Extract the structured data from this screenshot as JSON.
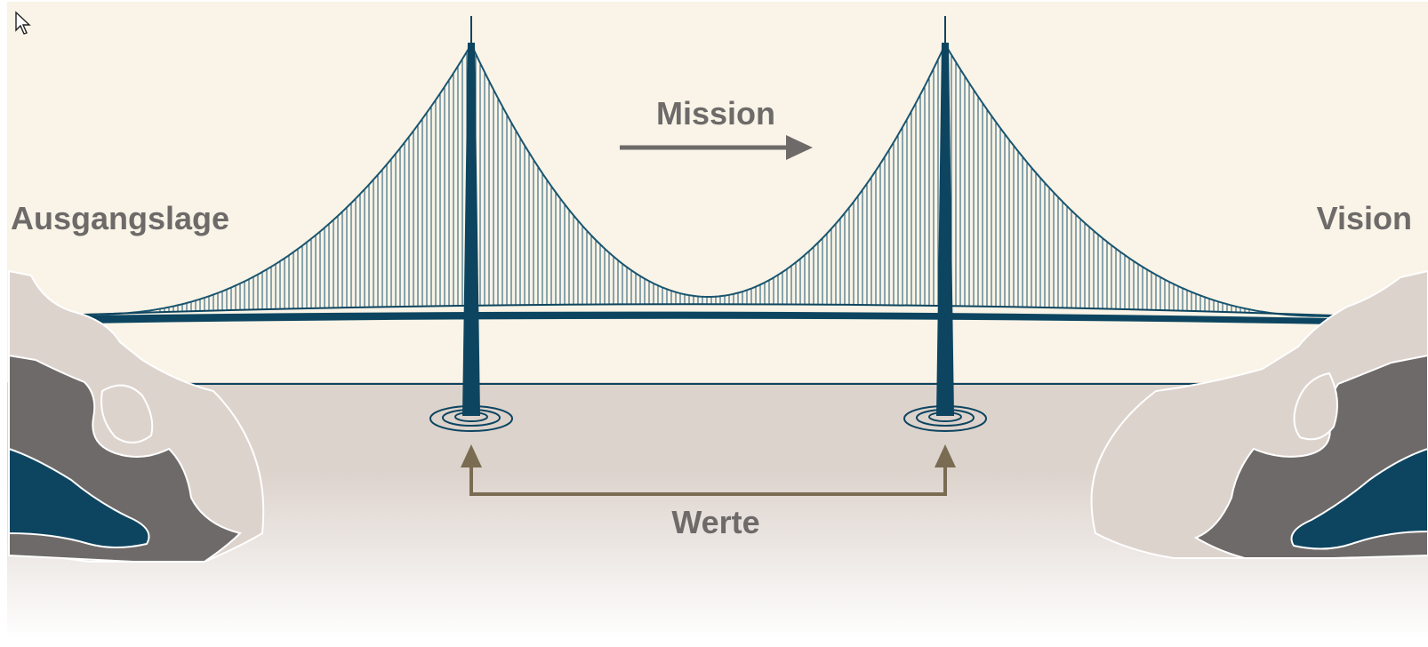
{
  "diagram": {
    "labels": {
      "start": "Ausgangslage",
      "goal": "Vision",
      "path": "Mission",
      "foundation": "Werte"
    },
    "colors": {
      "sky": "#f9f4e7",
      "water_top": "#ddd3cd",
      "water_bottom": "#ffffff",
      "bridge": "#0d4560",
      "cable": "#1a5570",
      "text": "#6d6a69",
      "arrow_mission": "#6d6a69",
      "arrow_values": "#7a6c52",
      "rock_light": "#ddd3cd",
      "rock_dark": "#6d6a69",
      "rock_blue": "#0d4560"
    },
    "icons": {
      "cursor": "mouse-pointer-icon"
    }
  }
}
